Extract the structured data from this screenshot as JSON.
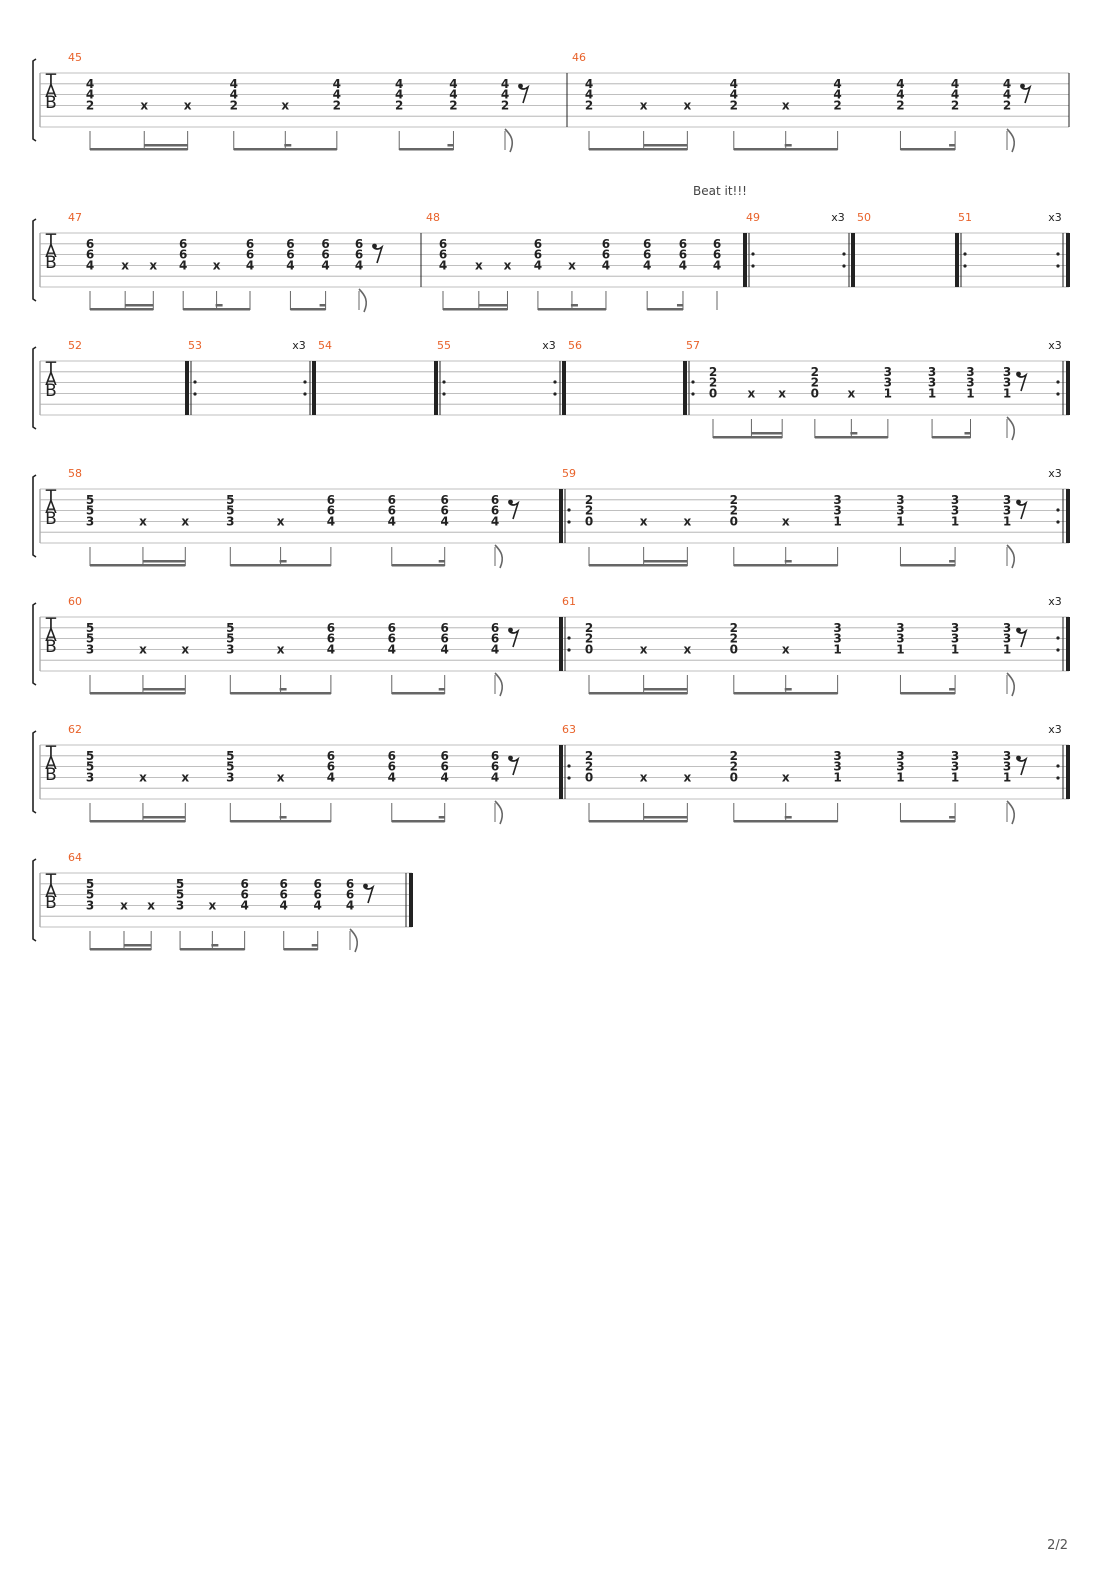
{
  "page_number": "2/2",
  "annotations": [
    {
      "text": "Beat it!!!",
      "measure": 49
    }
  ],
  "clef": [
    "T",
    "A",
    "B"
  ],
  "patterns": {
    "A": [
      [
        4,
        4,
        2
      ],
      [
        "x"
      ],
      [
        "x"
      ],
      [
        4,
        4,
        2
      ],
      [
        "x"
      ],
      [
        4,
        4,
        2
      ],
      [
        4,
        4,
        2
      ],
      [
        4,
        4,
        2
      ],
      [
        4,
        4,
        2
      ]
    ],
    "B": [
      [
        6,
        6,
        4
      ],
      [
        "x"
      ],
      [
        "x"
      ],
      [
        6,
        6,
        4
      ],
      [
        "x"
      ],
      [
        6,
        6,
        4
      ],
      [
        6,
        6,
        4
      ],
      [
        6,
        6,
        4
      ],
      [
        6,
        6,
        4
      ]
    ],
    "C": [
      [
        2,
        2,
        0
      ],
      [
        "x"
      ],
      [
        "x"
      ],
      [
        2,
        2,
        0
      ],
      [
        "x"
      ],
      [
        3,
        3,
        1
      ],
      [
        3,
        3,
        1
      ],
      [
        3,
        3,
        1
      ],
      [
        3,
        3,
        1
      ]
    ],
    "D": [
      [
        5,
        5,
        3
      ],
      [
        "x"
      ],
      [
        "x"
      ],
      [
        5,
        5,
        3
      ],
      [
        "x"
      ],
      [
        6,
        6,
        4
      ],
      [
        6,
        6,
        4
      ],
      [
        6,
        6,
        4
      ],
      [
        6,
        6,
        4
      ]
    ]
  },
  "systems": [
    {
      "measures": [
        {
          "number": "45",
          "pattern": "A",
          "rest": true
        },
        {
          "number": "46",
          "pattern": "A",
          "rest": true
        }
      ]
    },
    {
      "measures": [
        {
          "number": "47",
          "pattern": "B",
          "rest": true
        },
        {
          "number": "48",
          "pattern": "B",
          "rest": false
        },
        {
          "number": "49",
          "repeat": "x3"
        },
        {
          "number": "50"
        },
        {
          "number": "51",
          "repeat": "x3"
        }
      ]
    },
    {
      "measures": [
        {
          "number": "52"
        },
        {
          "number": "53",
          "repeat": "x3"
        },
        {
          "number": "54"
        },
        {
          "number": "55",
          "repeat": "x3"
        },
        {
          "number": "56"
        },
        {
          "number": "57",
          "pattern": "C",
          "rest": true,
          "repeat": "x3"
        }
      ]
    },
    {
      "measures": [
        {
          "number": "58",
          "pattern": "D",
          "rest": true
        },
        {
          "number": "59",
          "pattern": "C",
          "rest": true,
          "repeat": "x3"
        }
      ]
    },
    {
      "measures": [
        {
          "number": "60",
          "pattern": "D",
          "rest": true
        },
        {
          "number": "61",
          "pattern": "C",
          "rest": true,
          "repeat": "x3"
        }
      ]
    },
    {
      "measures": [
        {
          "number": "62",
          "pattern": "D",
          "rest": true
        },
        {
          "number": "63",
          "pattern": "C",
          "rest": true,
          "repeat": "x3"
        }
      ]
    },
    {
      "measures": [
        {
          "number": "64",
          "pattern": "D",
          "rest": true,
          "final": true
        }
      ]
    }
  ],
  "colors": {
    "measure_number": "#e8622a",
    "ink": "#222222",
    "staff_line": "#aaaaaa",
    "beam": "#666666"
  }
}
